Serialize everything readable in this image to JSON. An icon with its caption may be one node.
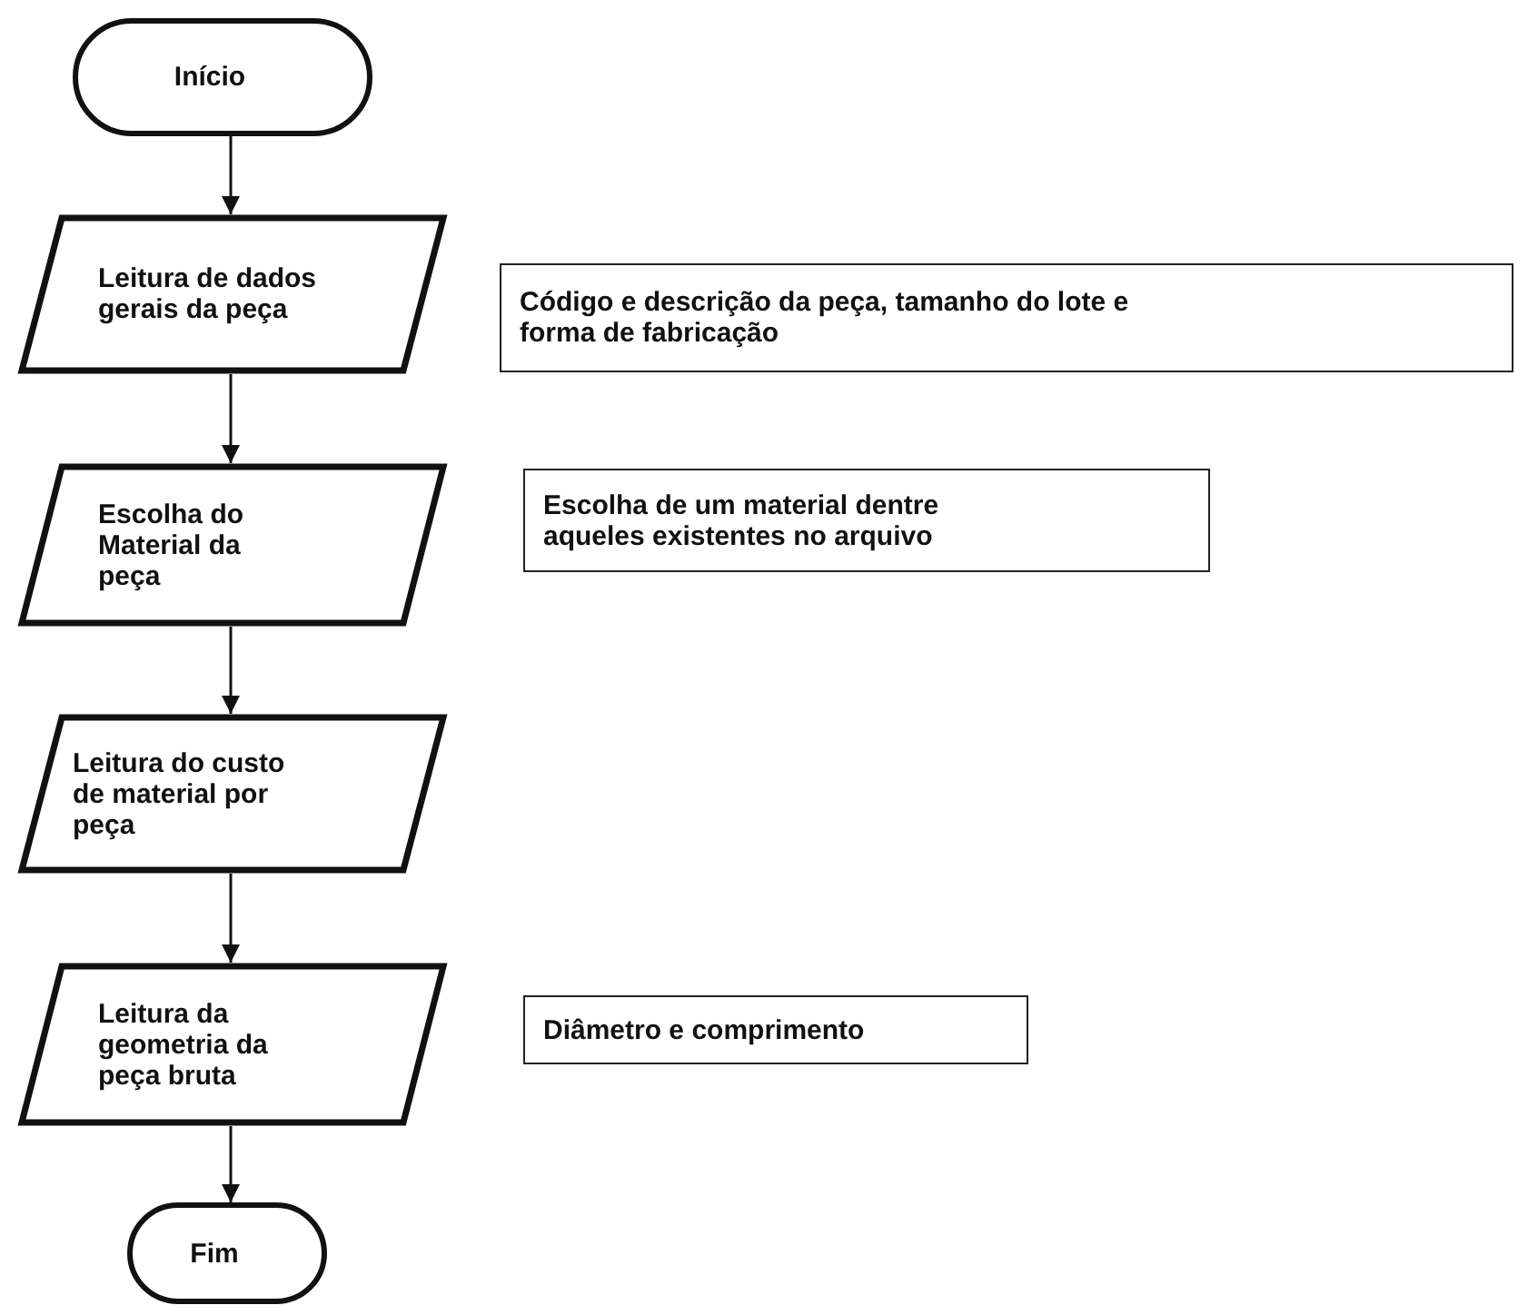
{
  "diagram": {
    "nodes": [
      {
        "text": [
          "Início"
        ]
      },
      {
        "text": [
          "Leitura de dados gerais da peça"
        ]
      },
      {
        "text": [
          "Código e descrição da peça, tamanho do lote e forma de fabricação"
        ]
      },
      {
        "text": [
          "Escolha do Material da peça"
        ]
      },
      {
        "text": [
          "Escolha de um material dentre aqueles existentes no arquivo"
        ]
      },
      {
        "text": [
          "Leitura do custo de material por peça"
        ]
      },
      {
        "text": [
          "Leitura da geometria da peça bruta"
        ]
      },
      {
        "text": [
          "Diâmetro e comprimento"
        ]
      },
      {
        "text": [
          "Fim"
        ]
      }
    ],
    "edges": [
      {
        "from": 0,
        "to": 1,
        "arrow": "to"
      },
      {
        "from": 1,
        "to": 3,
        "arrow": "to"
      },
      {
        "from": 3,
        "to": 5,
        "arrow": "to"
      },
      {
        "from": 5,
        "to": 6,
        "arrow": "to"
      },
      {
        "from": 6,
        "to": 8,
        "arrow": "to"
      }
    ]
  }
}
